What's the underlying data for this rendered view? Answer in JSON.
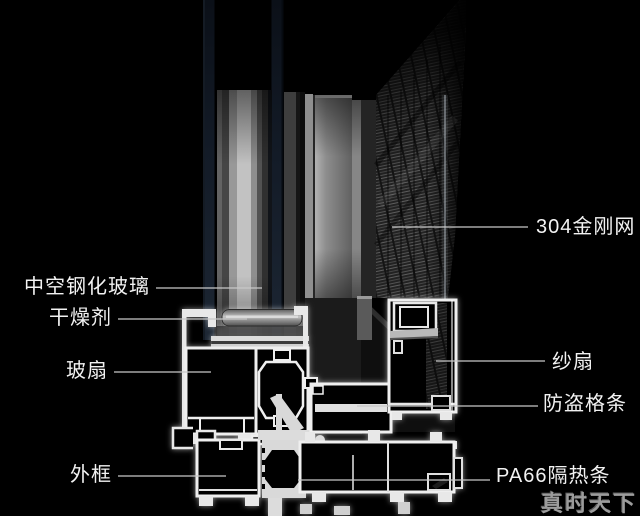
{
  "annotations": {
    "left": [
      {
        "text": "中空钢化玻璃"
      },
      {
        "text": "干燥剂"
      },
      {
        "text": "玻扇"
      },
      {
        "text": "外框"
      }
    ],
    "right": [
      {
        "text": "304金刚网"
      },
      {
        "text": "纱扇"
      },
      {
        "text": "防盗格条"
      },
      {
        "text": "PA66隔热条"
      }
    ]
  },
  "watermark": "真时天下",
  "colors": {
    "background": "#000000",
    "label_text": "#f2f2f2",
    "leader_line": "#c8c8c8",
    "profile_outline": "#efefef",
    "watermark": "#9c9c9c"
  }
}
